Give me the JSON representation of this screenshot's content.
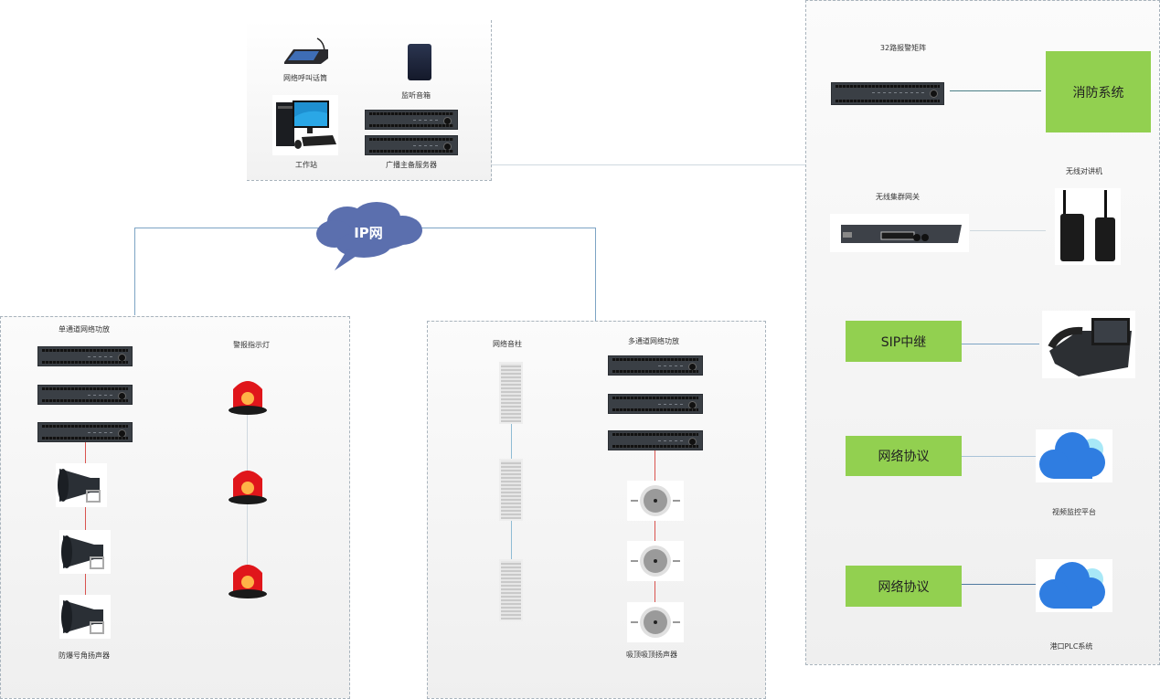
{
  "network": {
    "label": "IP网",
    "cloud_color": "#5b6fae"
  },
  "control_center": {
    "devices": [
      {
        "id": "mic",
        "label": "网络呼叫话筒",
        "icon": "paging-microphone-icon"
      },
      {
        "id": "monitor_speaker",
        "label": "监听音箱",
        "icon": "monitor-speaker-icon"
      },
      {
        "id": "workstation",
        "label": "工作站",
        "icon": "desktop-computer-icon"
      },
      {
        "id": "servers",
        "label": "广播主备服务器",
        "icon": "rack-server-icon",
        "count": 2
      }
    ]
  },
  "left_zone": {
    "amp_label": "单通道网络功放",
    "amp_count": 3,
    "alarm_label": "警报指示灯",
    "alarm_count": 3,
    "horn_label": "防爆号角扬声器",
    "horn_count": 3
  },
  "middle_zone": {
    "column_label": "网络音柱",
    "column_count": 3,
    "amp_label": "多通道网络功放",
    "amp_count": 3,
    "ceiling_label": "吸顶吸顶扬声器",
    "ceiling_count": 3
  },
  "right_zone": {
    "alarm_matrix_label": "32路报警矩阵",
    "fire_system_label": "消防系统",
    "radio_label": "无线对讲机",
    "gateway_label": "无线集群网关",
    "sip_label": "SIP中继",
    "protocol_label_1": "网络协议",
    "protocol_label_2": "网络协议",
    "video_platform_label": "视频监控平台",
    "plc_label": "港口PLC系统"
  },
  "colors": {
    "green_box": "#92d050",
    "link_line": "#7da4c4",
    "speaker_wire": "#d9534f",
    "cloud_blue": "#2f7de1"
  }
}
